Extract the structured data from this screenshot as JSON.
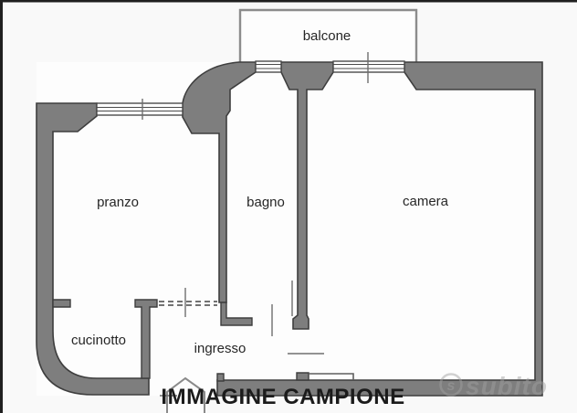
{
  "image": {
    "type": "apartment-floor-plan",
    "style": "architectural sketch, gray walls on white"
  },
  "rooms": [
    {
      "id": "balcone",
      "label": "balcone"
    },
    {
      "id": "pranzo",
      "label": "pranzo"
    },
    {
      "id": "bagno",
      "label": "bagno"
    },
    {
      "id": "camera",
      "label": "camera"
    },
    {
      "id": "cucinotto",
      "label": "cucinotto"
    },
    {
      "id": "ingresso",
      "label": "ingresso"
    }
  ],
  "caption": {
    "text": "IMMAGINE CAMPIONE"
  },
  "watermark": {
    "text": "subito",
    "symbol": "s"
  },
  "colors": {
    "background": "#f9f9f9",
    "wall_fill": "#7e7e7e",
    "wall_stroke": "#3e3e3e",
    "label_text": "#262626",
    "caption_text": "#1b1b1b",
    "watermark": "#a0a0a0",
    "photo_border": "#202020"
  }
}
